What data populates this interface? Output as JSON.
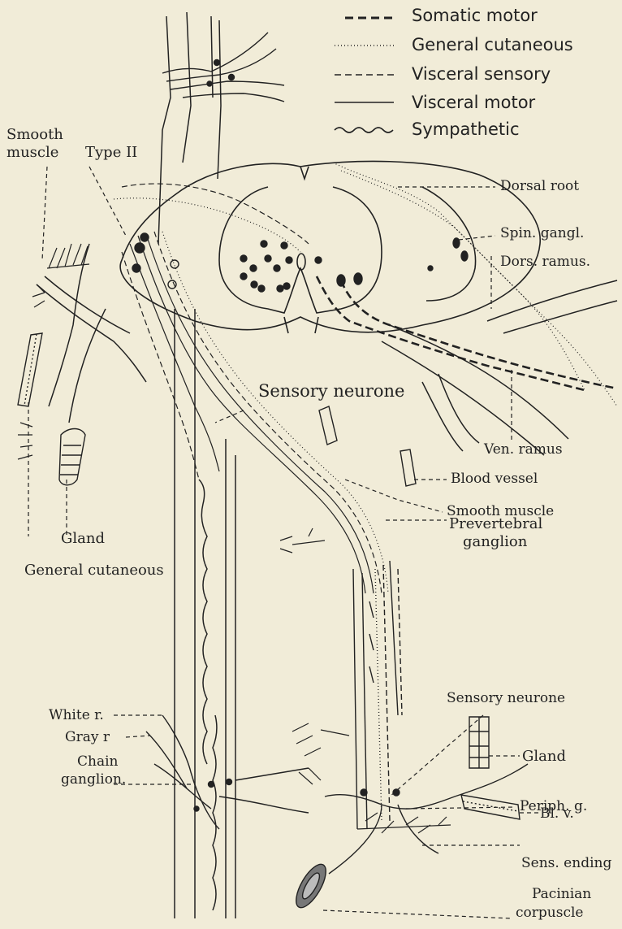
{
  "legend": [
    {
      "label": "Somatic motor",
      "style": "heavy-dash"
    },
    {
      "label": "General cutaneous",
      "style": "dotted"
    },
    {
      "label": "Visceral sensory",
      "style": "dashed"
    },
    {
      "label": "Visceral motor",
      "style": "solid"
    },
    {
      "label": "Sympathetic",
      "style": "wavy"
    }
  ],
  "labels": {
    "smooth_muscle_top": [
      "Smooth",
      "muscle"
    ],
    "type_ii": "Type II",
    "dorsal_root": "Dorsal root",
    "spin_gangl": "Spin. gangl.",
    "dors_ramus": "Dors. ramus.",
    "sensory_neurone_upper": "Sensory neurone",
    "ven_ramus": "Ven. ramus",
    "blood_vessel": "Blood vessel",
    "smooth_muscle_mid": "Smooth muscle",
    "gland_left": "Gland",
    "general_cutaneous_left": "General cutaneous",
    "prevertebral_ganglion": [
      "Prevertebral",
      "ganglion"
    ],
    "white_r": "White r.",
    "gray_r": "Gray r",
    "chain_ganglion": [
      "Chain",
      "ganglion."
    ],
    "sensory_neurone_lower": "Sensory neurone",
    "gland_right": "Gland",
    "periph_g": "Periph. g.",
    "bl_v": "Bl. v.",
    "sens_ending": "Sens. ending",
    "pacinian_corpuscle": [
      "Pacinian",
      "corpuscle"
    ]
  },
  "colors": {
    "paper": "#f1ecd8",
    "ink": "#222222"
  }
}
